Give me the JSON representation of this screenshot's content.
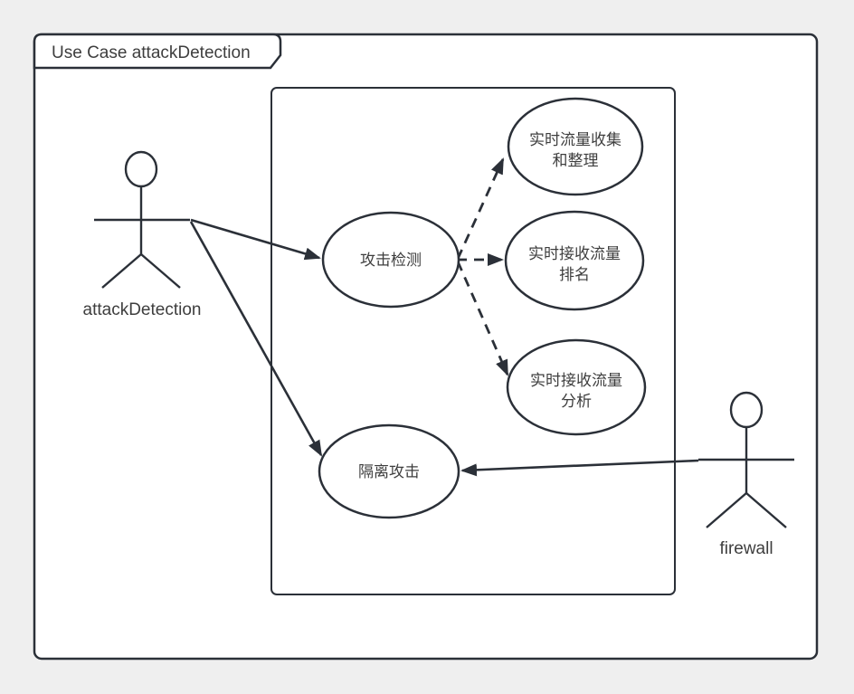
{
  "frame": {
    "title": "Use Case attackDetection"
  },
  "actors": [
    {
      "id": "attackDetection",
      "label": "attackDetection",
      "position": "left"
    },
    {
      "id": "firewall",
      "label": "firewall",
      "position": "right"
    }
  ],
  "usecases": [
    {
      "id": "attack-detect",
      "lines": [
        "攻击检测"
      ]
    },
    {
      "id": "traffic-collect",
      "lines": [
        "实时流量收集",
        "和整理"
      ]
    },
    {
      "id": "traffic-ranking",
      "lines": [
        "实时接收流量",
        "排名"
      ]
    },
    {
      "id": "traffic-analysis",
      "lines": [
        "实时接收流量",
        "分析"
      ]
    },
    {
      "id": "isolate-attack",
      "lines": [
        "隔离攻击"
      ]
    }
  ],
  "relations": [
    {
      "from": "attackDetection",
      "to": "攻击检测",
      "style": "solid-arrow"
    },
    {
      "from": "attackDetection",
      "to": "隔离攻击",
      "style": "solid-arrow"
    },
    {
      "from": "攻击检测",
      "to": "实时流量收集和整理",
      "style": "dashed-arrow"
    },
    {
      "from": "攻击检测",
      "to": "实时接收流量排名",
      "style": "dashed-arrow"
    },
    {
      "from": "攻击检测",
      "to": "实时接收流量分析",
      "style": "dashed-arrow"
    },
    {
      "from": "firewall",
      "to": "隔离攻击",
      "style": "solid-arrow"
    }
  ],
  "colors": {
    "background": "#efefef",
    "surface": "#ffffff",
    "stroke": "#2b3038",
    "text": "#3e3e3e"
  }
}
